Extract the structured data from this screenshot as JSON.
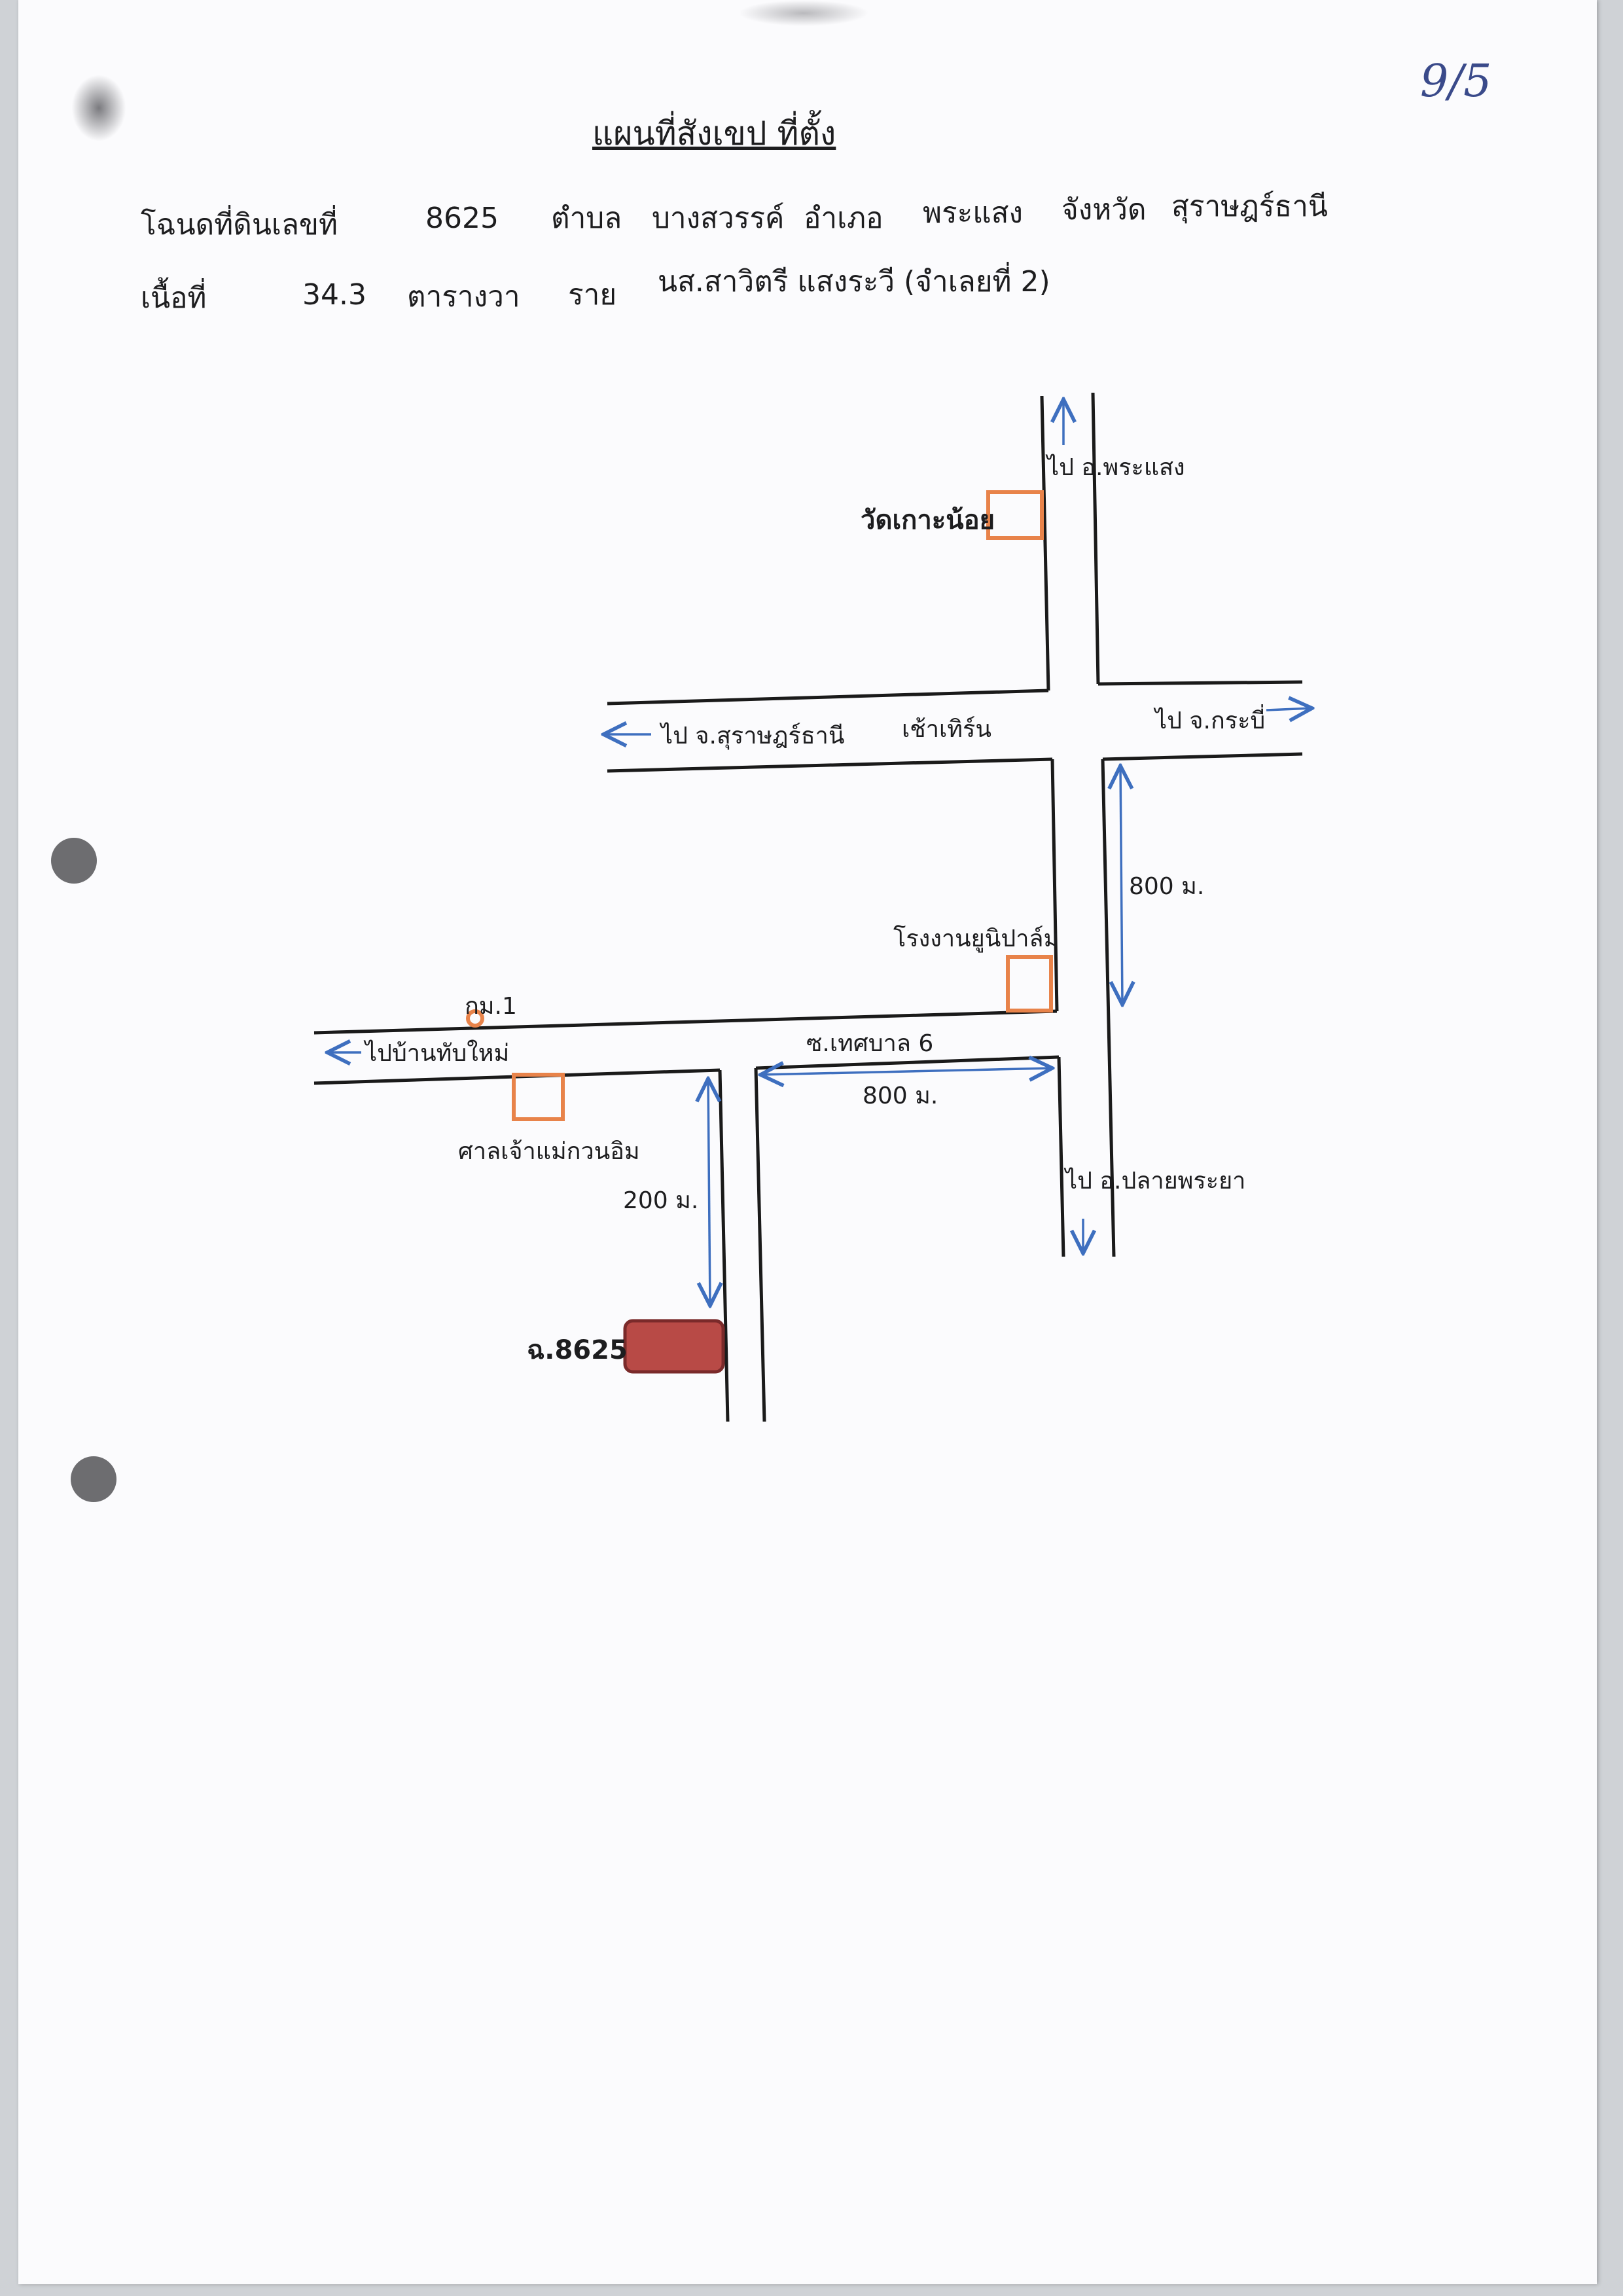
{
  "page_number": "9/5",
  "title": "แผนที่สังเขป  ที่ตั้ง",
  "deed": {
    "label": "โฉนดที่ดินเลขที่",
    "number": "8625",
    "subdistrict_label": "ตำบล",
    "subdistrict": "บางสวรรค์",
    "district_label": "อำเภอ",
    "district": "พระแสง",
    "province_label": "จังหวัด",
    "province": "สุราษฎร์ธานี"
  },
  "area": {
    "label": "เนื้อที่",
    "value": "34.3",
    "unit": "ตารางวา",
    "owner_label": "ราย",
    "owner": "นส.สาวิตรี  แสงระวี (จำเลยที่ 2)"
  },
  "map": {
    "to_phrasaeng": "ไป อ.พระแสง",
    "wat": "วัดเกาะน้อย",
    "to_surat": "ไป จ.สุราษฎร์ธานี",
    "chao_thoen": "เช้าเทิร์น",
    "to_krabi": "ไป จ.กระบี่",
    "dist_800_right": "800 ม.",
    "factory": "โรงงานยูนิปาล์ม",
    "km1": "กม.1",
    "to_ban_thap_mai": "ไปบ้านทับใหม่",
    "soi": "ซ.เทศบาล 6",
    "dist_800_soi": "800 ม.",
    "shrine": "ศาลเจ้าแม่กวนอิม",
    "dist_200": "200 ม.",
    "to_plai_phraya": "ไป อ.ปลายพระยา",
    "parcel": "ฉ.8625"
  },
  "colors": {
    "road": "#1a1a1a",
    "arrow": "#3e6fbf",
    "landmark": "#e8834a",
    "parcel_fill": "#b84a46",
    "parcel_stroke": "#7a2a2a"
  }
}
